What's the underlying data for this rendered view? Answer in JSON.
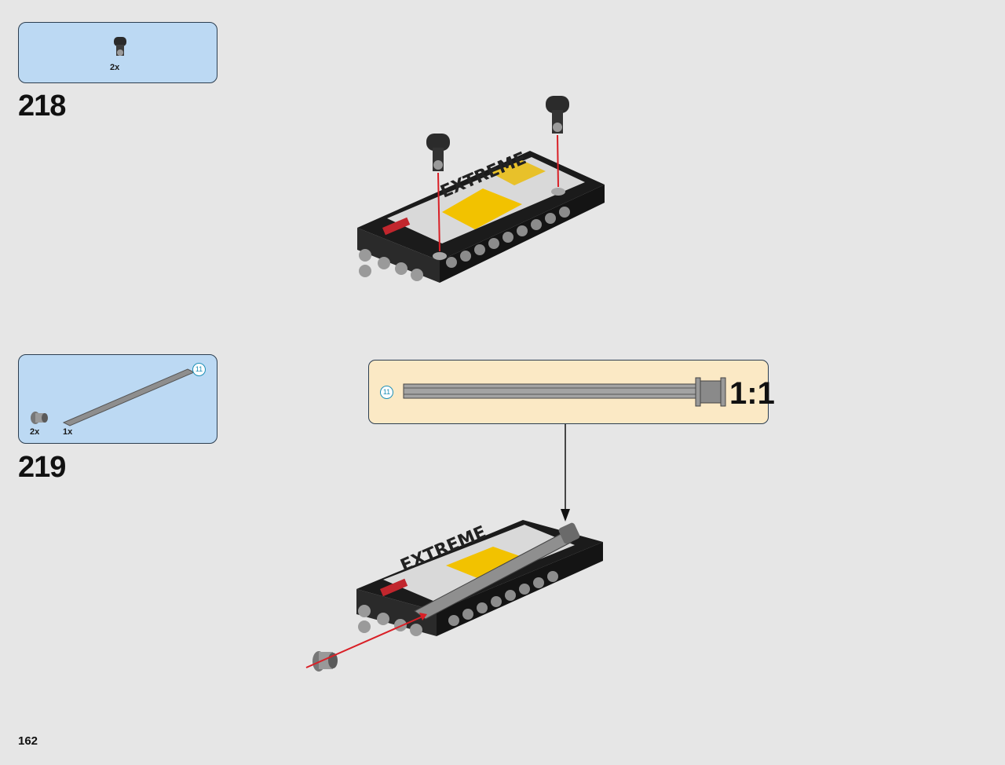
{
  "page": {
    "number": "162"
  },
  "steps": [
    {
      "number": "218",
      "parts": [
        {
          "name": "axle-connector-black",
          "qty": "2x"
        }
      ]
    },
    {
      "number": "219",
      "parts": [
        {
          "name": "bush-gray",
          "qty": "2x"
        },
        {
          "name": "axle-11-gray",
          "qty": "1x",
          "length": "11"
        }
      ],
      "scale_callout": {
        "label": "1:1",
        "axle_length": "11"
      }
    }
  ],
  "colors": {
    "parts_box_bg": "#bcd9f3",
    "scale_box_bg": "#fbe9c5",
    "arrow_red": "#d91f26",
    "length_badge": "#1d8fb6"
  },
  "decals": {
    "panel_text": "EXTREME"
  }
}
